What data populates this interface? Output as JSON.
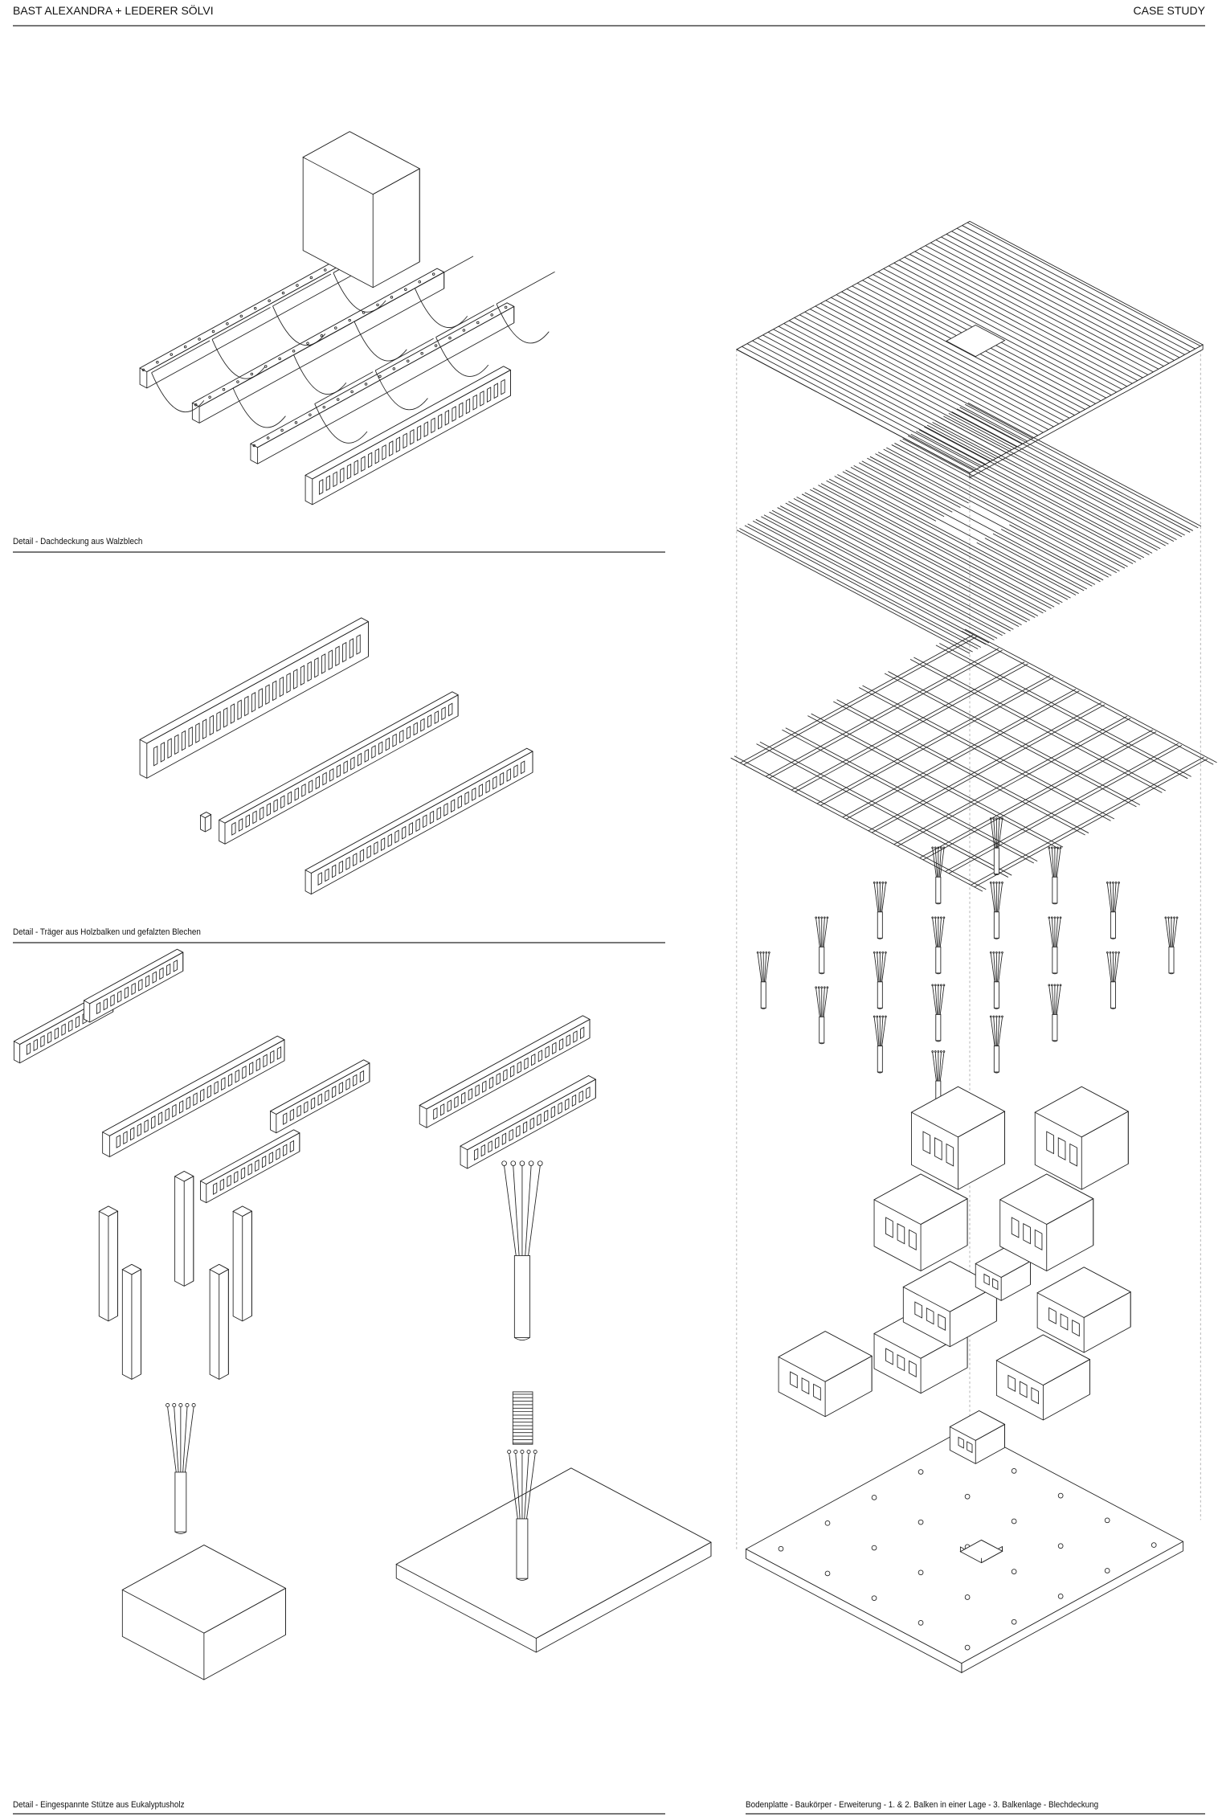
{
  "header": {
    "authors": "BAST ALEXANDRA + LEDERER SÖLVI",
    "section": "CASE STUDY"
  },
  "captions": {
    "roof_detail": "Detail - Dachdeckung aus Walzblech",
    "beam_detail": "Detail - Träger aus Holzbalken und gefalzten Blechen",
    "column_detail": "Detail - Eingespannte Stütze aus Eukalyptusholz",
    "exploded_axo": "Bodenplatte - Baukörper - Erweiterung - 1. & 2. Balken in einer Lage - 3. Balkenlage - Blechdeckung"
  },
  "colors": {
    "rule": "#777777",
    "ink": "#222222"
  }
}
